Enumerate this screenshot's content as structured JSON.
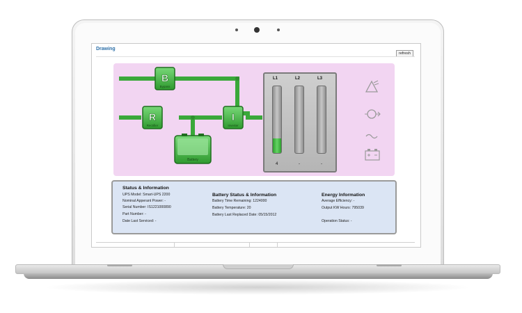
{
  "app": {
    "section_title": "Drawing",
    "refresh_label": "refresh"
  },
  "diagram": {
    "blocks": {
      "bypass": {
        "letter": "B",
        "label": "Bypass"
      },
      "rectifier": {
        "letter": "R",
        "label": "Rectifier"
      },
      "inverter": {
        "letter": "I",
        "label": "Inverter"
      },
      "battery": {
        "label": "Battery"
      }
    },
    "load_bars": [
      {
        "label": "L1",
        "value": "4",
        "level": 0.22
      },
      {
        "label": "L2",
        "value": "-",
        "level": 0
      },
      {
        "label": "L3",
        "value": "-",
        "level": 0
      }
    ],
    "side_icons": [
      "warning-icon",
      "rotation-icon",
      "ac-wave-icon",
      "battery-icon"
    ],
    "colors": {
      "panel": "#f2d5f2",
      "flow_green": "#41b241",
      "bar_fill": "#3fbf3f"
    }
  },
  "status": {
    "title": "Status & Information",
    "lines": [
      "UPS Model: Smart-UPS 2200",
      "Nominal Apperant Power: -",
      "Serial Number: IS1221000890",
      "Part Number: -",
      "Date Last Serviced: -"
    ]
  },
  "battery": {
    "title": "Battery Status & Information",
    "lines": [
      "Battery Time Remaining: 1224000",
      "Battery Temperature: 20",
      "Battery Last Replaced Date: 05/15/2012"
    ]
  },
  "energy": {
    "title": "Energy Information",
    "lines": [
      "Average Efficiency: -",
      "Output KW Hours: 795039",
      "Operation Status: -"
    ]
  }
}
